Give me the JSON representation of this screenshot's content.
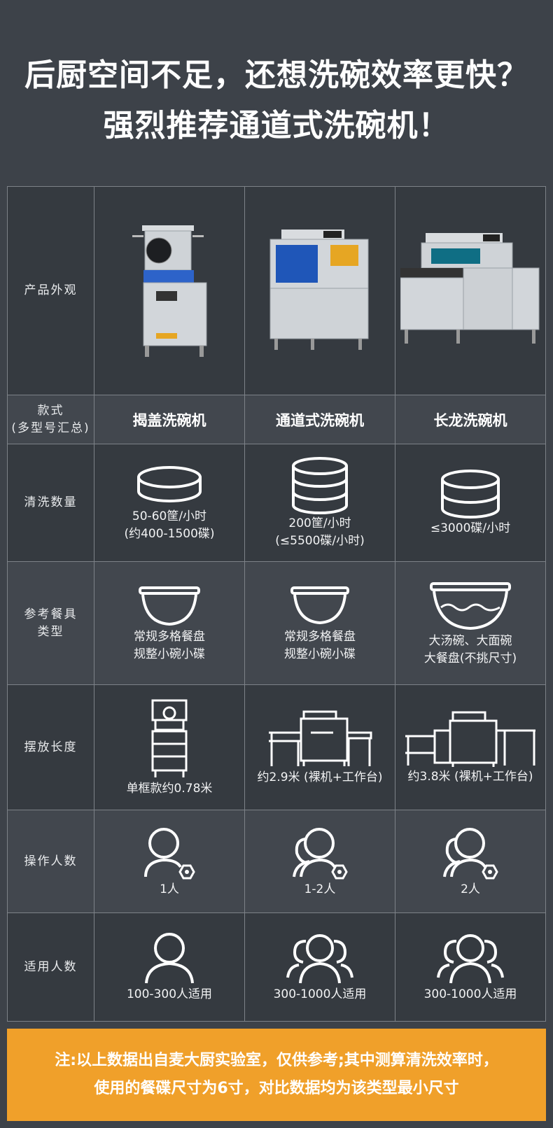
{
  "headline": {
    "line1": "后厨空间不足，还想洗碗效率更快？",
    "line2": "强烈推荐通道式洗碗机！"
  },
  "row_headers": {
    "appearance": "产品外观",
    "style_line1": "款式",
    "style_line2": "(多型号汇总)",
    "wash_qty": "清洗数量",
    "dish_type_line1": "参考餐具",
    "dish_type_line2": "类型",
    "length": "摆放长度",
    "operators": "操作人数",
    "users": "适用人数"
  },
  "machines": [
    {
      "name": "揭盖洗碗机",
      "wash_line1": "50-60筐/小时",
      "wash_line2": "(约400-1500碟)",
      "dish_line1": "常规多格餐盘",
      "dish_line2": "规整小碗小碟",
      "length": "单框款约0.78米",
      "operators": "1人",
      "users": "100-300人适用"
    },
    {
      "name": "通道式洗碗机",
      "wash_line1": "200筐/小时",
      "wash_line2": "(≤5500碟/小时)",
      "dish_line1": "常规多格餐盘",
      "dish_line2": "规整小碗小碟",
      "length": "约2.9米 (裸机+工作台)",
      "operators": "1-2人",
      "users": "300-1000人适用"
    },
    {
      "name": "长龙洗碗机",
      "wash_line1": "≤3000碟/小时",
      "wash_line2": "",
      "dish_line1": "大汤碗、大面碗",
      "dish_line2": "大餐盘(不挑尺寸)",
      "length": "约3.8米 (裸机+工作台)",
      "operators": "2人",
      "users": "300-1000人适用"
    }
  ],
  "note": {
    "line1": "注:以上数据出自麦大厨实验室，仅供参考;其中测算清洗效率时，",
    "line2": "使用的餐碟尺寸为6寸，对比数据均为该类型最小尺寸"
  },
  "colors": {
    "background": "#3d4249",
    "note_background": "#f0a02a",
    "grid_line": "#7d8288"
  }
}
